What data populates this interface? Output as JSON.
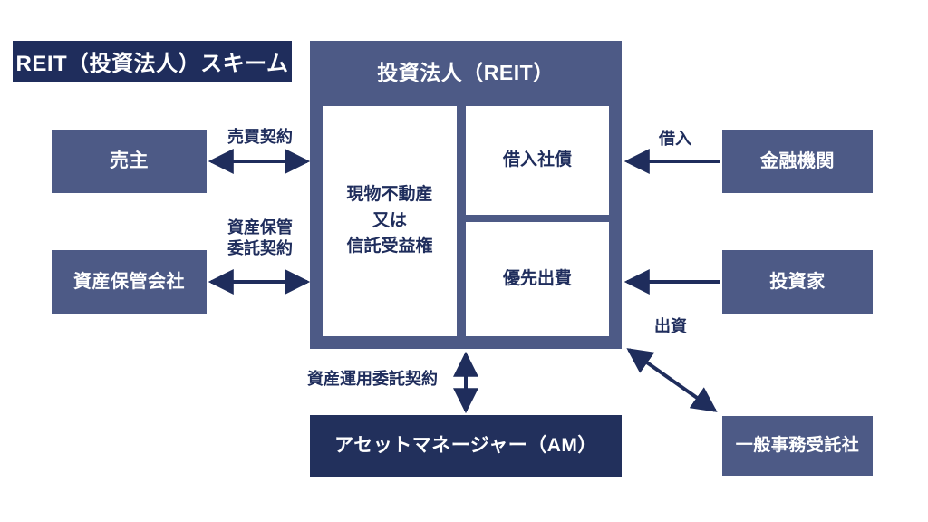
{
  "title": {
    "text": "REIT（投資法人）スキーム"
  },
  "reit": {
    "header": "投資法人（REIT）",
    "cells": {
      "assets": "現物不動産\n又は\n信託受益権",
      "assets_line1": "現物不動産",
      "assets_line2": "又は",
      "assets_line3": "信託受益権",
      "debt": "借入社債",
      "equity": "優先出費"
    }
  },
  "nodes": {
    "seller": "売主",
    "custodian": "資産保管会社",
    "bank": "金融機関",
    "investor": "投資家",
    "admin": "一般事務受託社",
    "asset_manager": "アセットマネージャー（AM）"
  },
  "edges": {
    "sale_contract": "売買契約",
    "custody_contract_line1": "資産保管",
    "custody_contract_line2": "委託契約",
    "borrowing": "借入",
    "capital_contribution": "出資",
    "am_contract": "資産運用委託契約"
  },
  "colors": {
    "background": "#ffffff",
    "title_banner": "#1f2d5c",
    "node_slate": "#4d5a86",
    "node_navy": "#22305c",
    "text_dark": "#1f2d5c",
    "text_light": "#ffffff",
    "arrow": "#1f2d5c"
  }
}
